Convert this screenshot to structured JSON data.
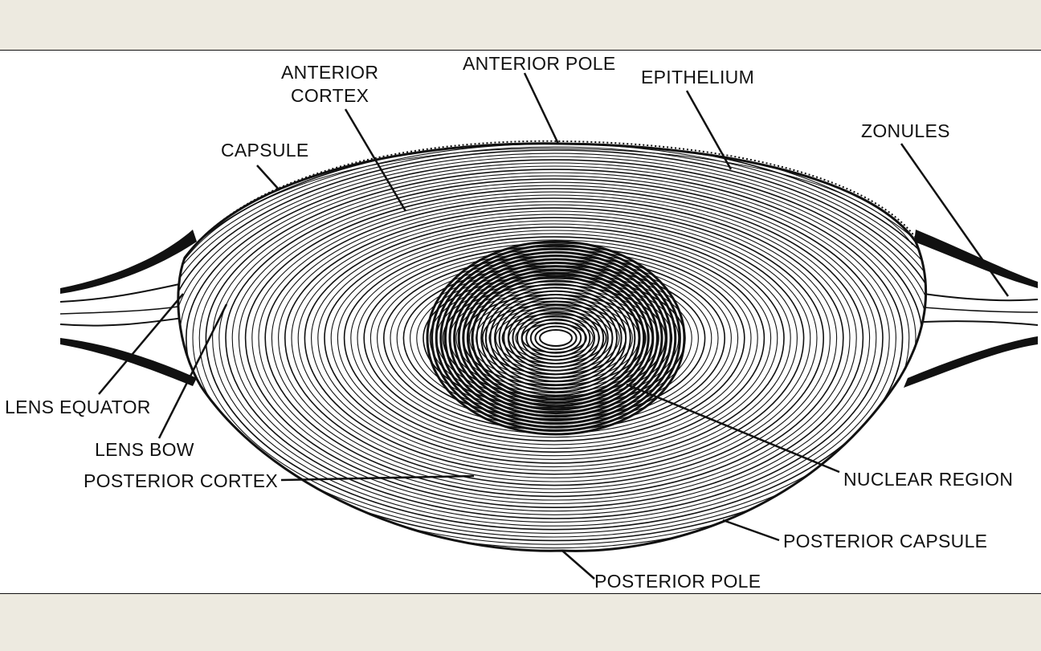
{
  "labels": {
    "anterior_cortex_1": "ANTERIOR",
    "anterior_cortex_2": "CORTEX",
    "anterior_pole": "ANTERIOR POLE",
    "epithelium": "EPITHELIUM",
    "capsule": "CAPSULE",
    "zonules": "ZONULES",
    "lens_equator": "LENS EQUATOR",
    "lens_bow": "LENS BOW",
    "posterior_cortex": "POSTERIOR CORTEX",
    "nuclear_region": "NUCLEAR REGION",
    "posterior_capsule": "POSTERIOR CAPSULE",
    "posterior_pole": "POSTERIOR POLE"
  }
}
